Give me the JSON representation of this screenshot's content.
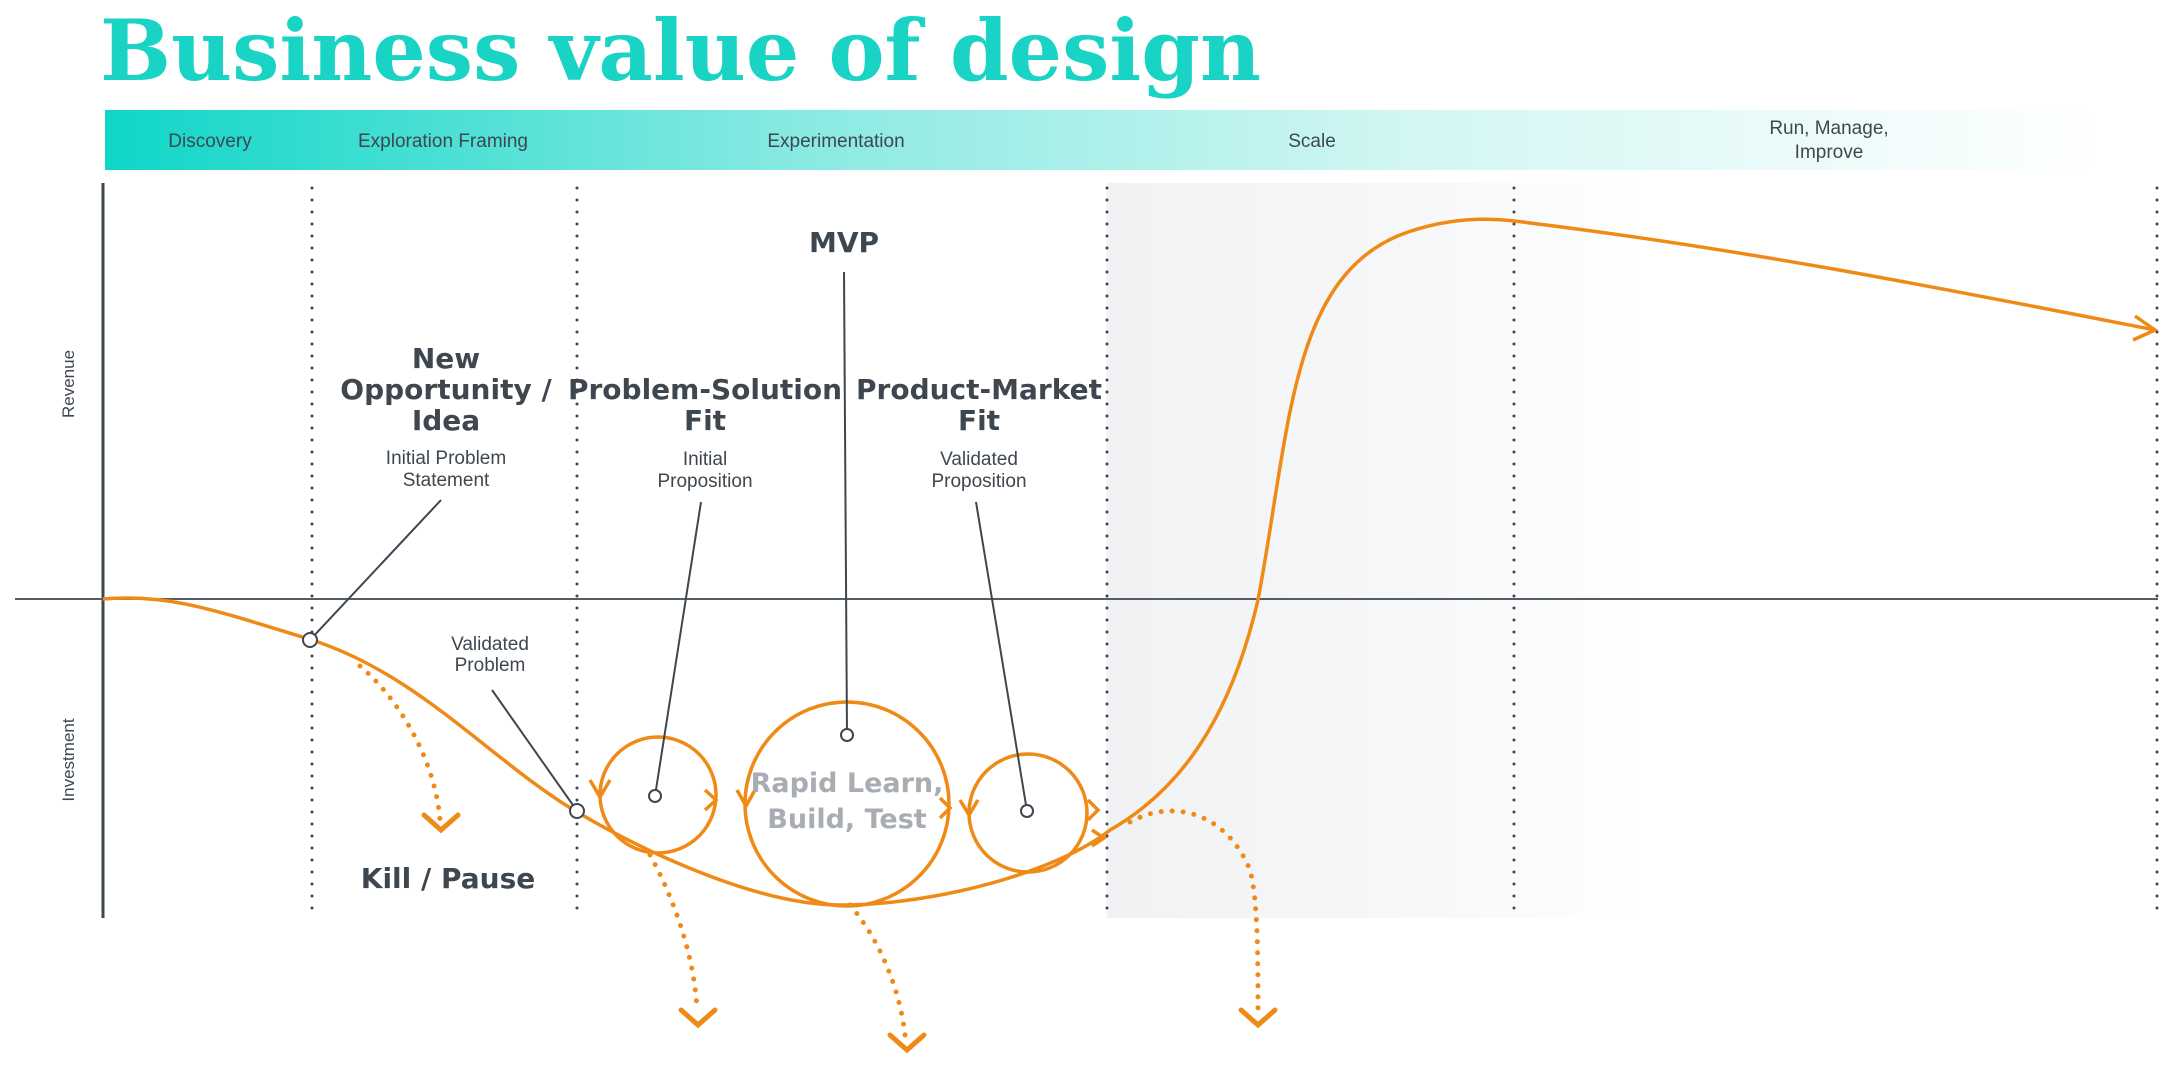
{
  "title": "Business value of design",
  "phases": [
    {
      "label": "Discovery"
    },
    {
      "label": "Exploration Framing"
    },
    {
      "label": "Experimentation"
    },
    {
      "label": "Scale"
    },
    {
      "label_line1": "Run, Manage,",
      "label_line2": "Improve"
    }
  ],
  "axis": {
    "revenue_label": "Revenue",
    "investment_label": "Investment"
  },
  "milestones": {
    "new_opportunity": {
      "line1": "New",
      "line2": "Opportunity /",
      "line3": "Idea",
      "sub1": "Initial Problem",
      "sub2": "Statement"
    },
    "problem_solution": {
      "line1": "Problem-Solution",
      "line2": "Fit",
      "sub1": "Initial",
      "sub2": "Proposition"
    },
    "mvp": {
      "label": "MVP"
    },
    "product_market": {
      "line1": "Product-Market",
      "line2": "Fit",
      "sub1": "Validated",
      "sub2": "Proposition"
    },
    "validated_problem": {
      "line1": "Validated",
      "line2": "Problem"
    }
  },
  "loop": {
    "line1": "Rapid Learn,",
    "line2": "Build, Test"
  },
  "kill_label": "Kill / Pause",
  "colors": {
    "title": "#19d3c5",
    "curve": "#ef8a17",
    "band_start": "#0fd6c8",
    "text": "#3e4750",
    "loop_text": "#a7adb2"
  }
}
